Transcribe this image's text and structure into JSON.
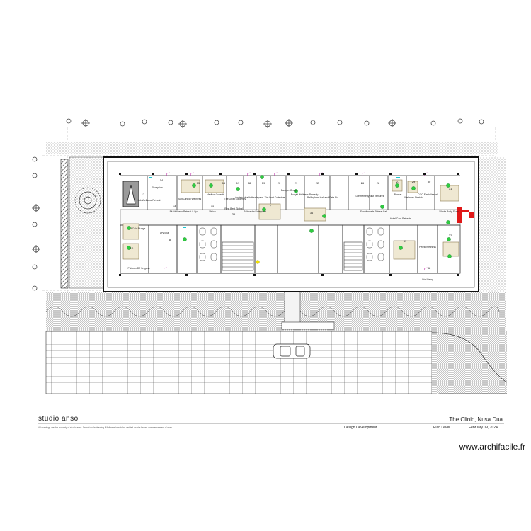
{
  "title_block": {
    "studio": "studio anso",
    "project": "The Clinic, Nusa Dua",
    "disclaimer": "All drawings are the property of studio anso. Do not scale drawing. All dimensions to be verified on site before commencement of work.",
    "phase": "Design Development",
    "sheet": "Plan Level 1",
    "date": "February 09, 2024"
  },
  "watermark": "www.archifacile.fr",
  "rooms": [
    {
      "name": "Salt Clinical Wellness",
      "num": "15"
    },
    {
      "name": "Medical Consult",
      "num": "16"
    },
    {
      "name": "The Quiet Longevity",
      "num": "17"
    },
    {
      "name": "Anxiety Health Headspace",
      "num": "18"
    },
    {
      "name": "The Lost Collective",
      "num": "19"
    },
    {
      "name": "Bamper Group",
      "num": "20"
    },
    {
      "name": "Bodyfit Wellness Remedy",
      "num": "21"
    },
    {
      "name": "Bellingham Hall and Data Bio",
      "num": "22"
    },
    {
      "name": "Life Remedy",
      "num": "26"
    },
    {
      "name": "Mist Ventures",
      "num": "28"
    },
    {
      "name": "Biomat",
      "num": "27"
    },
    {
      "name": "Wellness Stretch",
      "num": "29"
    },
    {
      "name": "COO Earth Vessel",
      "num": "30"
    },
    {
      "name": "Whole Body Scan",
      "num": "31"
    },
    {
      "name": "Reception",
      "num": "14"
    },
    {
      "name": "Hub Wellness Retreat",
      "num": "12"
    },
    {
      "name": "Rest Best Global",
      "num": "35"
    },
    {
      "name": "Fit Wellness Retreat & Spa",
      "num": "13"
    },
    {
      "name": "Vision",
      "num": "11"
    },
    {
      "name": "Paliwacha Patagonia",
      "num": "7"
    },
    {
      "name": "Functionnels Retreat Bali",
      "num": "36"
    },
    {
      "name": "Hotel Care Retreats",
      "num": "37"
    },
    {
      "name": "Pelvic Wellness",
      "num": "32"
    },
    {
      "name": "Pubcom DJ Vergano",
      "num": "10"
    },
    {
      "name": "Cold Plunge",
      "num": "9"
    },
    {
      "name": "Dry Spa",
      "num": "8"
    },
    {
      "name": "Wall Being",
      "num": "38"
    }
  ]
}
